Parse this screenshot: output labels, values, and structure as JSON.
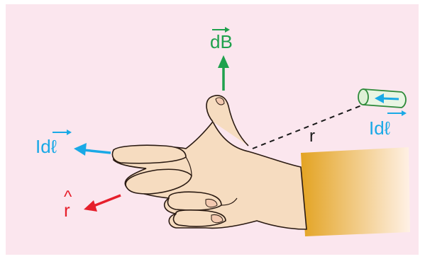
{
  "labels": {
    "db": "dB",
    "idl_left": "Idℓ",
    "idl_right": "Idℓ",
    "r_distance": "r",
    "r_hat": "r",
    "hat_mark": "^"
  },
  "colors": {
    "panel_bg": "#fbe6ee",
    "green": "#1fa14d",
    "blue": "#1aa9e6",
    "red": "#e61f2b",
    "skin": "#f6dcc0",
    "skin_outline": "#2a1a12",
    "sleeve_left": "#e3a322",
    "sleeve_right": "#fff1e6",
    "wire_fill": "#e9f5e3",
    "wire_stroke": "#2f8a3a"
  }
}
